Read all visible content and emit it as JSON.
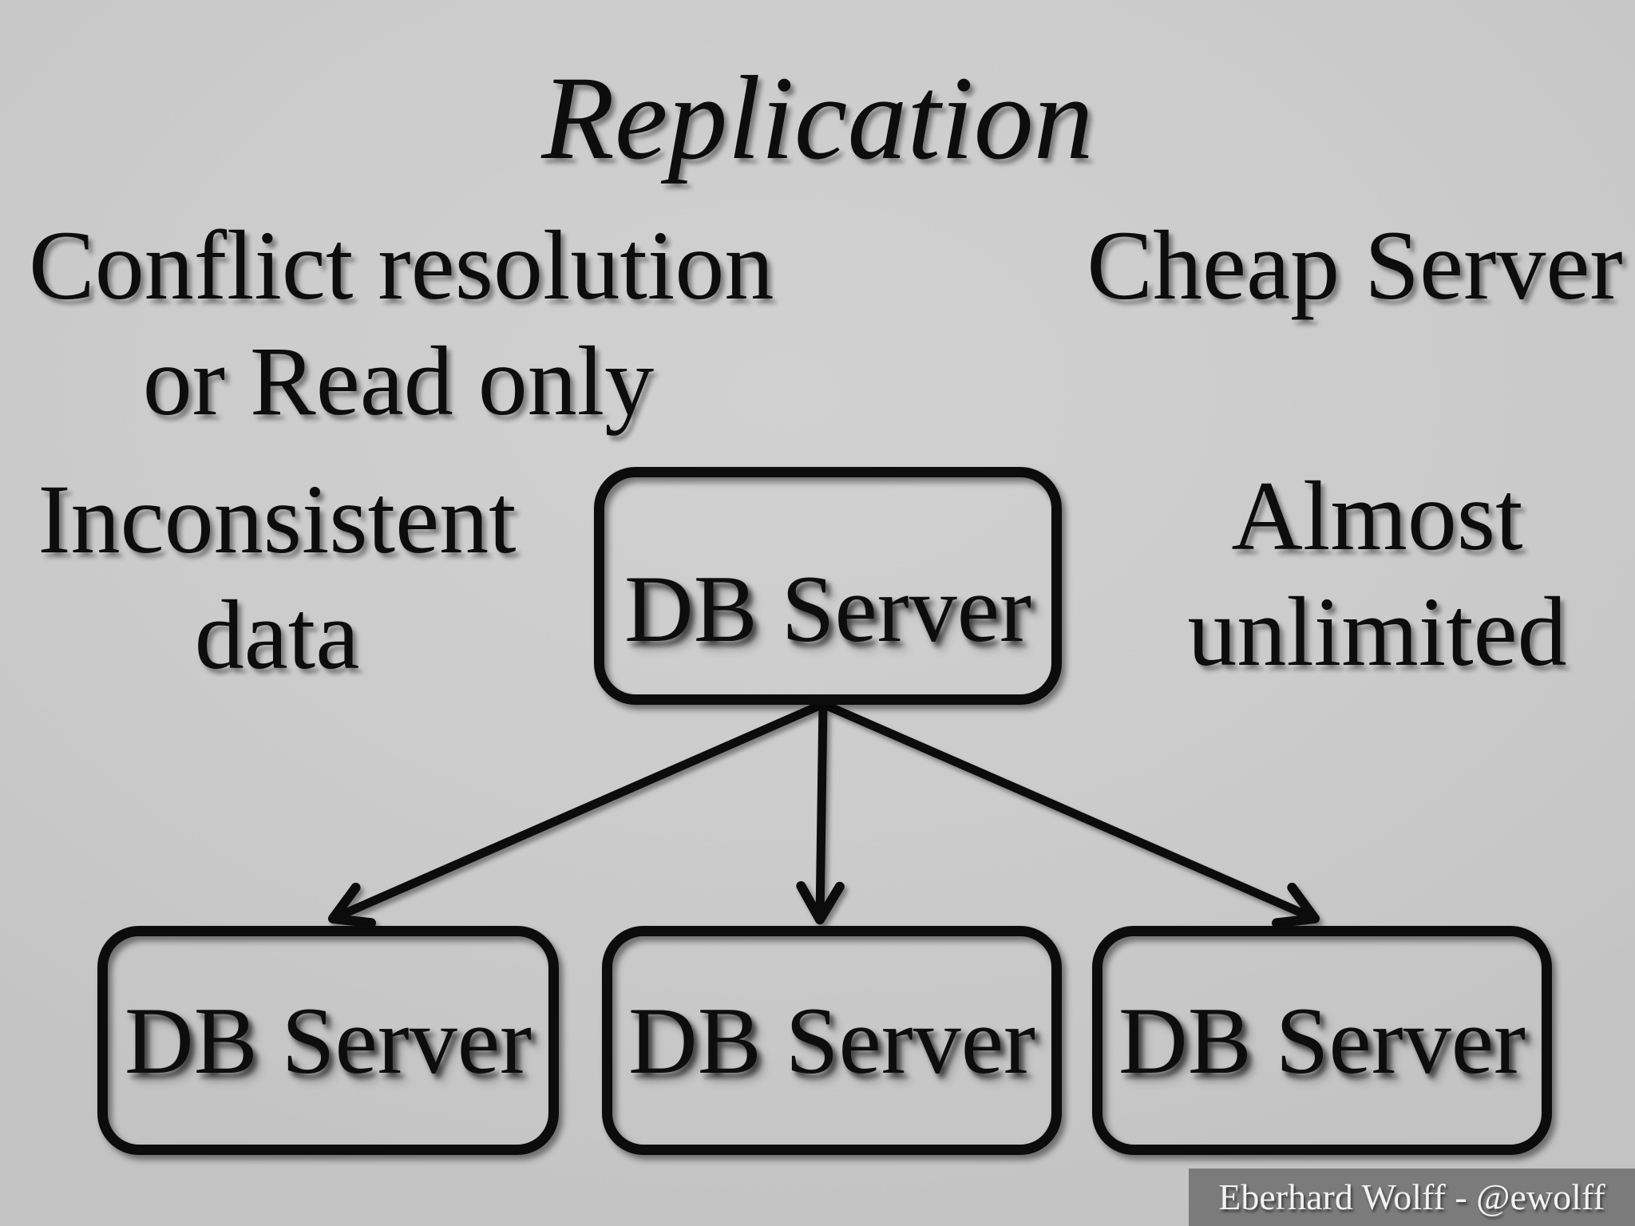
{
  "slide": {
    "title": "Replication",
    "side_labels": {
      "conflict_line1": "Conflict resolution",
      "conflict_line2": "or Read only",
      "cheap": "Cheap Server",
      "inconsistent_line1": "Inconsistent",
      "inconsistent_line2": "data",
      "unlimited_line1": "Almost",
      "unlimited_line2": "unlimited"
    },
    "diagram": {
      "root_label": "DB Server",
      "replicas": [
        {
          "label": "DB Server"
        },
        {
          "label": "DB Server"
        },
        {
          "label": "DB Server"
        }
      ]
    },
    "footer": "Eberhard Wolff - @ewolff",
    "colors": {
      "background": "#cbcbcb",
      "ink": "#0d0d0d",
      "footer_background": "#7b7b7b",
      "footer_text": "#f2f2f2"
    }
  }
}
